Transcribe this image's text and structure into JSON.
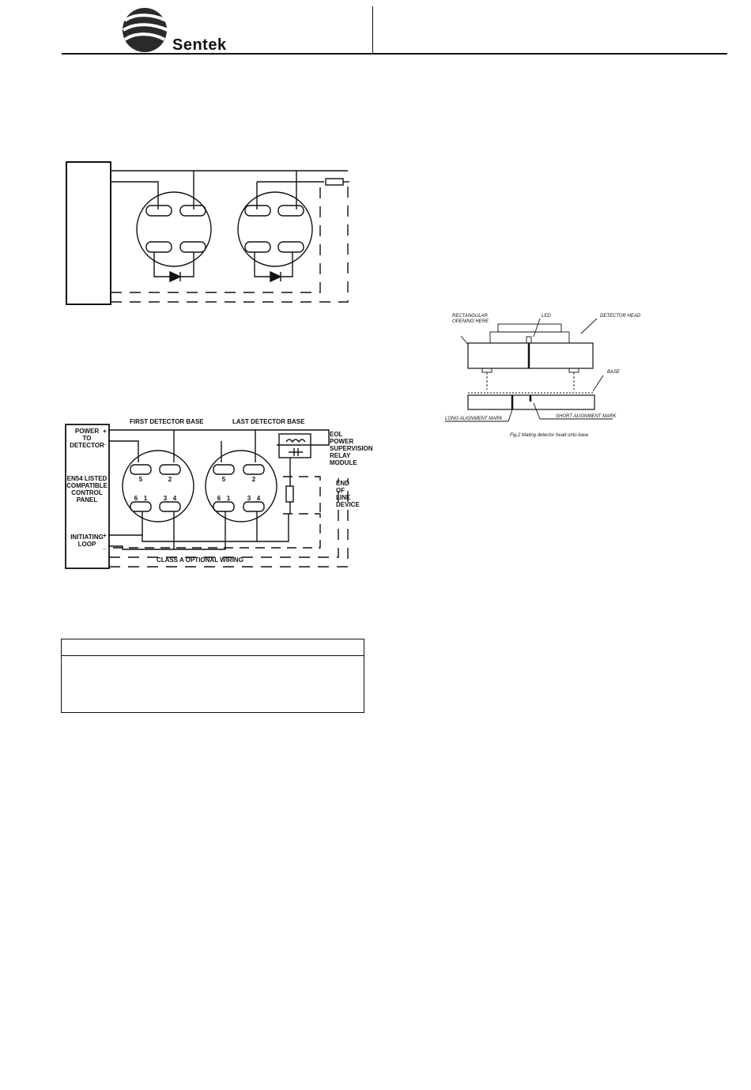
{
  "header": {
    "brand": "Sentek"
  },
  "diagram1": {},
  "diagram2": {
    "label_first_base": "FIRST DETECTOR BASE",
    "label_last_base": "LAST  DETECTOR BASE",
    "panel_power_lines": [
      "POWER",
      "TO",
      "DETECTOR"
    ],
    "panel_desc_lines": [
      "EN54 LISTED",
      "COMPATIBLE",
      "CONTROL",
      "PANEL"
    ],
    "panel_loop_lines": [
      "INITIATING",
      "LOOP"
    ],
    "plus": "+",
    "minus": "_",
    "eol_module_lines": [
      "EOL",
      "POWER",
      "SUPERVISION",
      "RELAY",
      "MODULE"
    ],
    "eol_device_lines": [
      "END",
      "OF",
      "LINE",
      "DEVICE"
    ],
    "class_a": "CLASS A OPTIONAL WIRING",
    "terminals_top": [
      "5",
      "2"
    ],
    "terminals_bottom": [
      "6",
      "1",
      "3",
      "4"
    ]
  },
  "fig2": {
    "label_rect_opening_lines": [
      "RECTANGULAR",
      "OPENING HERE"
    ],
    "label_led": "LED",
    "label_detector_head": "DETECTOR HEAD",
    "label_base": "BASE",
    "label_long_mark": "LONG ALIGNMENT MARK",
    "label_short_mark": "SHORT ALIGNMENT MARK",
    "caption": "Fig.2 Mating detector head onto base"
  }
}
